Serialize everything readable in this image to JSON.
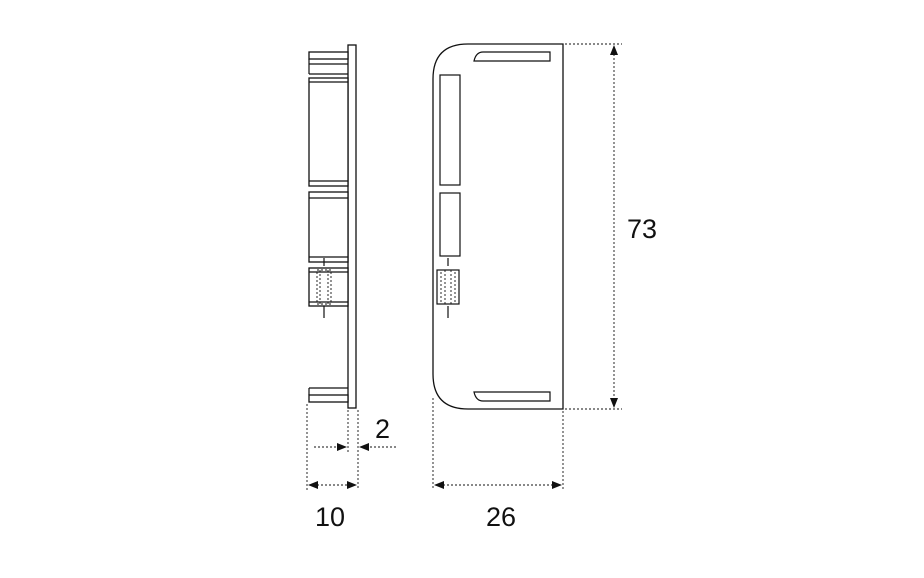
{
  "dimensions": {
    "height_label": "73",
    "depth_total_label": "10",
    "plate_thickness_label": "2",
    "width_label": "26"
  }
}
